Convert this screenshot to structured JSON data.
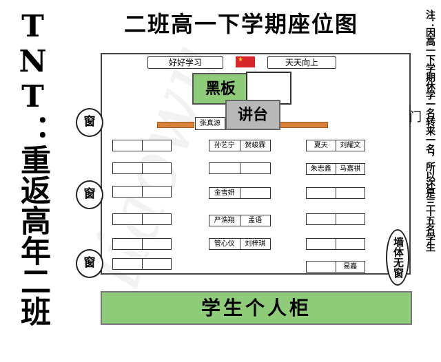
{
  "left_title": "TNT：重返高年二班",
  "main_title": "二班高一下学期座位图",
  "note": "注：因高一下学期休学一名转来一名，所以还是三十五名学生",
  "banners": {
    "left": "好好学习",
    "right": "天天向上"
  },
  "flag_icon": "china-flag-icon",
  "blackboard": "黑板",
  "podium": "讲台",
  "teacher_nameplate": "张真源",
  "door": "门",
  "windows": [
    "窗",
    "窗",
    "窗"
  ],
  "no_window_wall": "墙体无窗",
  "lockers": "学生个人柜",
  "watermark": "liaowu",
  "desks": {
    "left": [
      [
        "",
        ""
      ],
      [
        "",
        ""
      ],
      [
        "",
        ""
      ],
      [
        "",
        ""
      ],
      [
        "",
        ""
      ],
      [
        "",
        ""
      ]
    ],
    "middle": [
      [
        "孙艺宁",
        "贺峻霖"
      ],
      [
        "",
        ""
      ],
      [
        "金雪妍",
        ""
      ],
      [
        "严浩翔",
        "孟语"
      ],
      [
        "管心仪",
        "刘梓琪"
      ]
    ],
    "right": [
      [
        "夏天",
        "刘耀文"
      ],
      [
        "朱志鑫",
        "马嘉祺"
      ],
      [
        "",
        ""
      ],
      [
        "",
        ""
      ],
      [
        "",
        ""
      ],
      [
        "",
        "易嘉"
      ]
    ]
  }
}
